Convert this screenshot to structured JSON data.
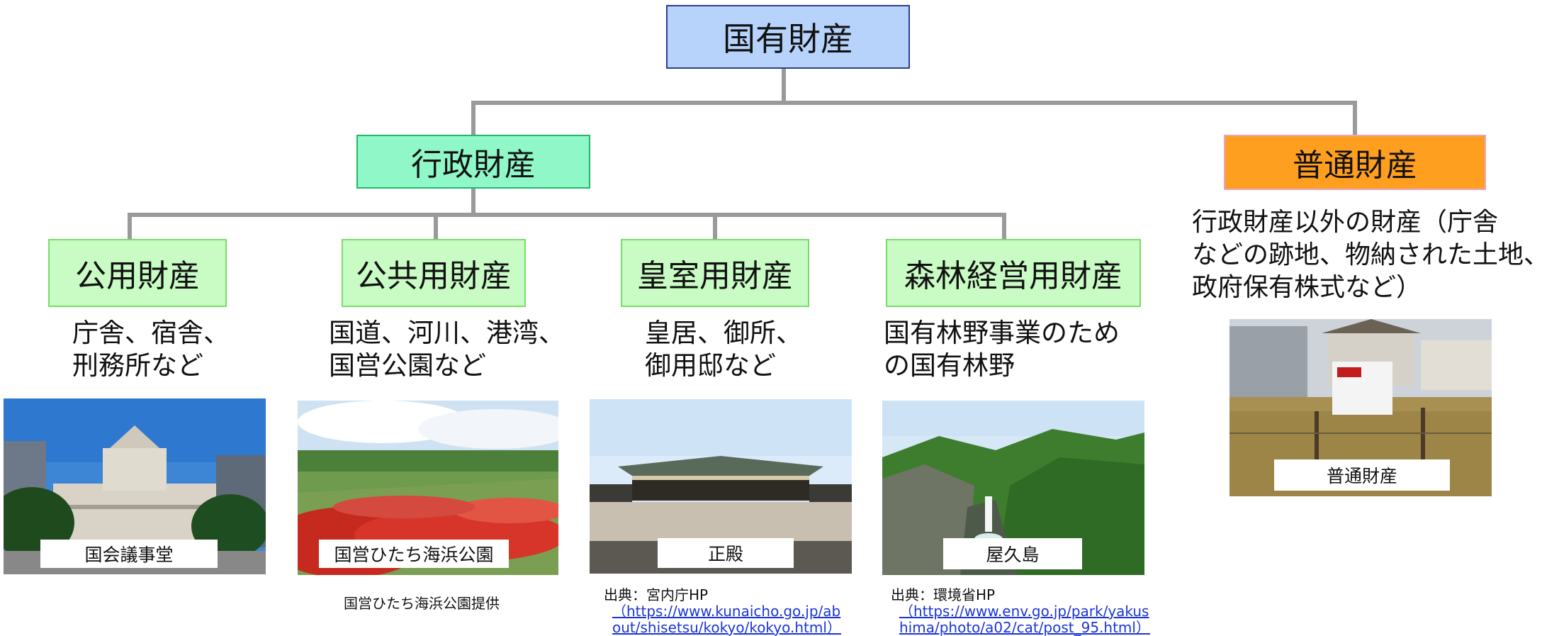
{
  "root": {
    "label": "国有財産"
  },
  "administrative": {
    "label": "行政財産"
  },
  "ordinary": {
    "label": "普通財産",
    "description": [
      "行政財産以外の財産（庁舎",
      "などの跡地、物納された土地、",
      "政府保有株式など）"
    ],
    "photo_caption": "普通財産"
  },
  "categories": [
    {
      "label": "公用財産",
      "description": [
        "庁舎、宿舎、",
        "刑務所など"
      ],
      "photo_caption": "国会議事堂"
    },
    {
      "label": "公共用財産",
      "description": [
        "国道、河川、港湾、",
        "国営公園など"
      ],
      "photo_caption": "国営ひたち海浜公園",
      "credit": "国営ひたち海浜公園提供"
    },
    {
      "label": "皇室用財産",
      "description": [
        "皇居、御所、",
        "御用邸など"
      ],
      "photo_caption": "正殿",
      "credit_source": "出典：宮内庁HP",
      "credit_url_lines": [
        "https://www.kunaicho.go.jp/ab",
        "out/shisetsu/kokyo/kokyo.html"
      ]
    },
    {
      "label": "森林経営用財産",
      "description": [
        "国有林野事業のため",
        "の国有林野"
      ],
      "photo_caption": "屋久島",
      "credit_source": "出典：環境省HP",
      "credit_url_lines": [
        "https://www.env.go.jp/park/yakus",
        "hima/photo/a02/cat/post_95.html"
      ]
    }
  ],
  "colors": {
    "root_fill": "#b7d3fb",
    "administrative_fill": "#8ff7c8",
    "ordinary_fill": "#ff9f1f",
    "category_fill": "#c9fbc4",
    "connector": "#9a9a9a",
    "link": "#1a35d6"
  }
}
